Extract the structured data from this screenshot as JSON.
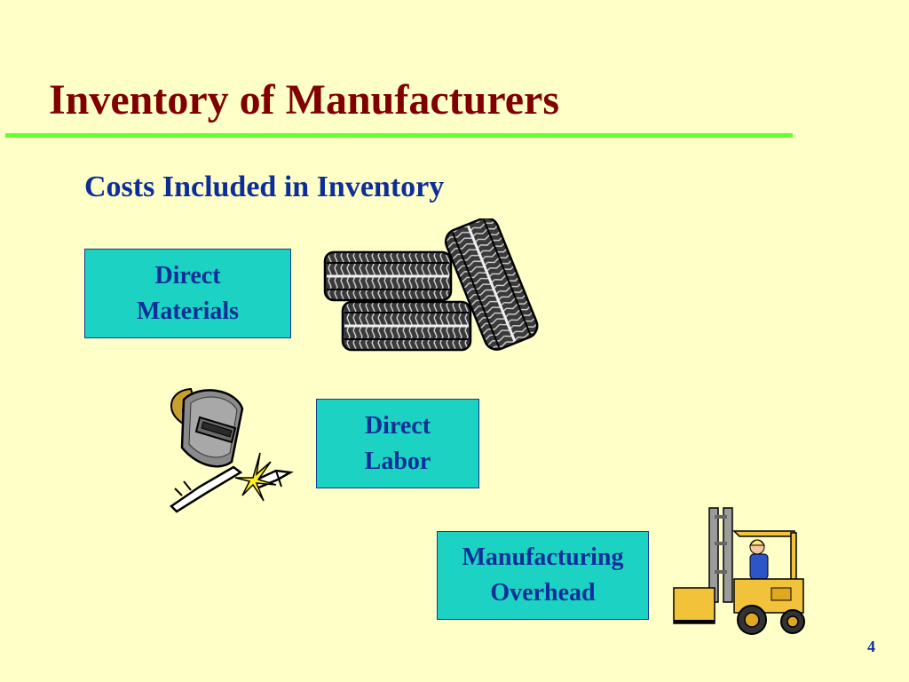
{
  "slide": {
    "title": "Inventory of Manufacturers",
    "subtitle": "Costs Included in Inventory",
    "page_number": "4"
  },
  "cost_items": [
    {
      "line1": "Direct",
      "line2": "Materials",
      "icon": "tires-icon"
    },
    {
      "line1": "Direct",
      "line2": "Labor",
      "icon": "welder-icon"
    },
    {
      "line1": "Manufacturing",
      "line2": "Overhead",
      "icon": "forklift-icon"
    }
  ],
  "colors": {
    "background": "#FFFFC8",
    "title": "#800000",
    "rule": "#66FF33",
    "subtitle": "#0D2E99",
    "box_fill": "#1CD3C3",
    "box_border": "#153A94"
  }
}
